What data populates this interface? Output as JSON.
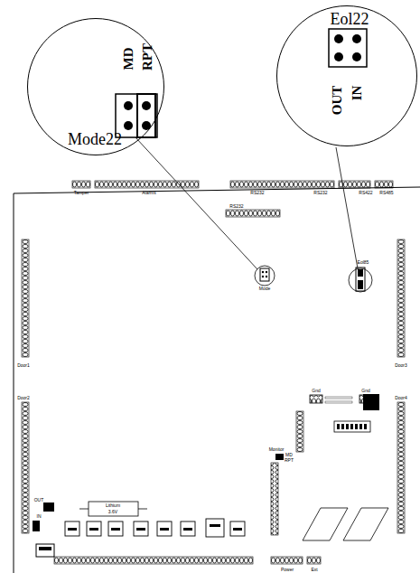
{
  "diagram": {
    "nodes": [
      {
        "text": [
          "MD",
          "RPT",
          "Mode22"
        ]
      },
      {
        "text": [
          "Eol22",
          "OUT",
          "IN"
        ]
      }
    ],
    "labels": [
      "Tamper",
      "Alarms",
      "RS232",
      "RS232",
      "RS422",
      "RS485",
      "RS232",
      "Mode",
      "Eol85",
      "Door1",
      "Door3",
      "Door2",
      "Door4",
      "Gnd",
      "Gnd",
      "Monitor",
      "MD",
      "RPT",
      "Lithium",
      "3.6V",
      "OUT",
      "IN",
      "Power",
      "Ext"
    ]
  }
}
